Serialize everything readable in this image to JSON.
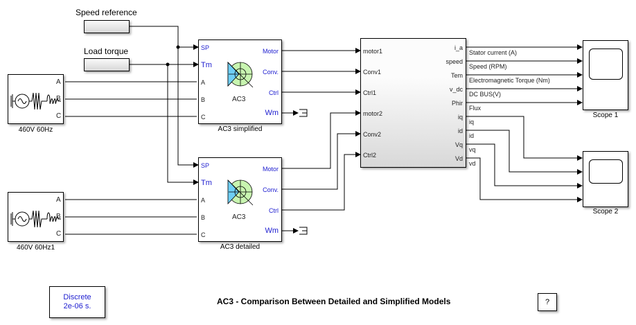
{
  "title": "AC3 - Comparison Between Detailed and Simplified Models",
  "help_button": "?",
  "powergui": {
    "line1": "Discrete",
    "line2": "2e-06 s."
  },
  "constants": {
    "speed_reference": "Speed reference",
    "load_torque": "Load torque"
  },
  "sources": [
    {
      "caption": "460V 60Hz",
      "ports": [
        "A",
        "B",
        "C"
      ]
    },
    {
      "caption": "460V 60Hz1",
      "ports": [
        "A",
        "B",
        "C"
      ]
    }
  ],
  "drives": [
    {
      "caption": "AC3 simplified",
      "name": "AC3",
      "inputs": [
        "SP",
        "Tm"
      ],
      "phases": [
        "A",
        "B",
        "C"
      ],
      "outputs": [
        "Motor",
        "Conv.",
        "Ctrl",
        "Wm"
      ]
    },
    {
      "caption": "AC3 detailed",
      "name": "AC3",
      "inputs": [
        "SP",
        "Tm"
      ],
      "phases": [
        "A",
        "B",
        "C"
      ],
      "outputs": [
        "Motor",
        "Conv.",
        "Ctrl",
        "Wm"
      ]
    }
  ],
  "measure_block": {
    "inputs": [
      "motor1",
      "Conv1",
      "Ctrl1",
      "motor2",
      "Conv2",
      "Ctrl2"
    ],
    "outputs": [
      "i_a",
      "speed",
      "Tem",
      "v_dc",
      "Phir",
      "iq",
      "id",
      "Vq",
      "Vd"
    ]
  },
  "signals": [
    "Stator current (A)",
    "Speed (RPM)",
    "Electromagnetic Torque (Nm)",
    "DC BUS(V)",
    "Flux",
    "iq",
    "id",
    "vq",
    "vd"
  ],
  "scopes": [
    {
      "caption": "Scope 1"
    },
    {
      "caption": "Scope 2"
    }
  ],
  "colors": {
    "port_label": "#2020d0",
    "motor_blue": "#6fcff5",
    "motor_green": "#c8f5b0"
  }
}
